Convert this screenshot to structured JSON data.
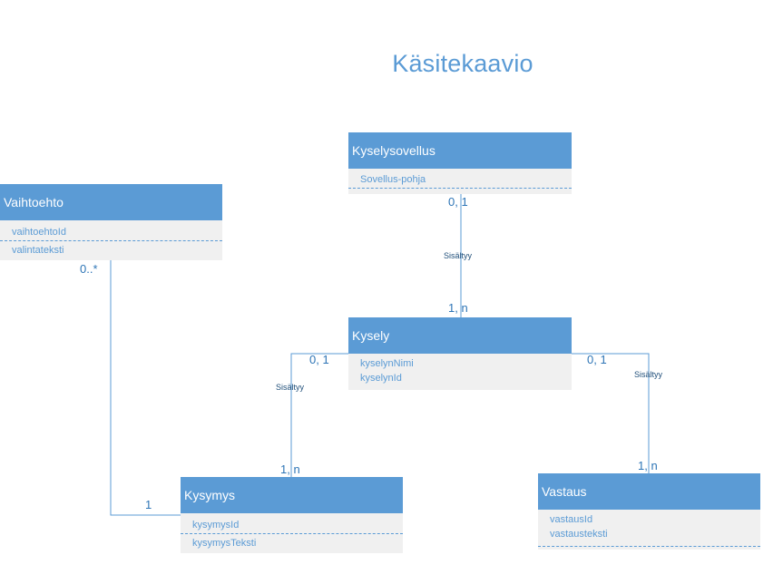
{
  "title": "Käsitekaavio",
  "entities": {
    "kyselysovellus": {
      "name": "Kyselysovellus",
      "attributes": [
        "Sovellus-pohja"
      ]
    },
    "vaihtoehto": {
      "name": "Vaihtoehto",
      "attributes": [
        "vaihtoehtoId",
        "valintateksti"
      ]
    },
    "kysely": {
      "name": "Kysely",
      "attributes": [
        "kyselynNimi",
        "kyselynId"
      ]
    },
    "kysymys": {
      "name": "Kysymys",
      "attributes": [
        "kysymysId",
        "kysymysTeksti"
      ]
    },
    "vastaus": {
      "name": "Vastaus",
      "attributes": [
        "vastausId",
        "vastausteksti"
      ]
    }
  },
  "relationships": {
    "sovellus_kysely": {
      "label": "Sisältyy",
      "from_card": "0, 1",
      "to_card": "1, n"
    },
    "kysely_kysymys": {
      "label": "Sisältyy",
      "from_card": "0, 1",
      "to_card": "1, n"
    },
    "kysely_vastaus": {
      "label": "Sisältyy",
      "from_card": "0, 1",
      "to_card": "1, n"
    },
    "vaihtoehto_kysymys": {
      "from_card": "0..*",
      "to_card": "1"
    }
  },
  "colors": {
    "accent": "#5b9bd5",
    "attribute_bg": "#f0f0f0",
    "line": "#5b9bd5"
  }
}
